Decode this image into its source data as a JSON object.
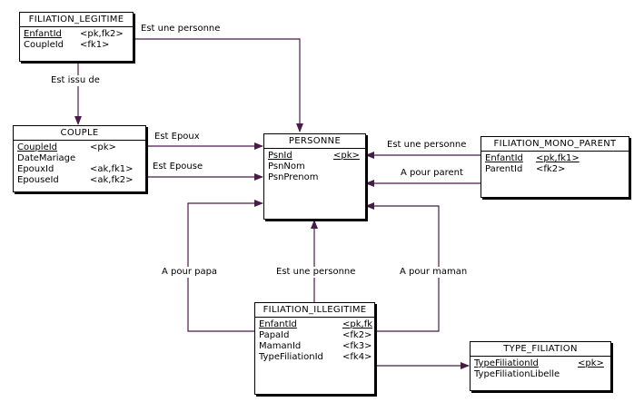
{
  "entities": {
    "filiation_legitime": {
      "title": "FILIATION_LEGITIME",
      "attrs": [
        {
          "name": "EnfantId",
          "key": "<pk,fk2>",
          "pk": true
        },
        {
          "name": "CoupleId",
          "key": "<fk1>",
          "pk": false
        }
      ]
    },
    "couple": {
      "title": "COUPLE",
      "attrs": [
        {
          "name": "CoupleId",
          "key": "<pk>",
          "pk": true
        },
        {
          "name": "DateMariage",
          "key": "",
          "pk": false
        },
        {
          "name": "EpouxId",
          "key": "<ak,fk1>",
          "pk": false
        },
        {
          "name": "EpouseId",
          "key": "<ak,fk2>",
          "pk": false
        }
      ]
    },
    "personne": {
      "title": "PERSONNE",
      "attrs": [
        {
          "name": "PsnId",
          "key": "<pk>",
          "pk": true
        },
        {
          "name": "PsnNom",
          "key": "",
          "pk": false
        },
        {
          "name": "PsnPrenom",
          "key": "",
          "pk": false
        }
      ]
    },
    "filiation_mono_parent": {
      "title": "FILIATION_MONO_PARENT",
      "attrs": [
        {
          "name": "EnfantId",
          "key": "<pk,fk1>",
          "pk": true
        },
        {
          "name": "ParentId",
          "key": "<fk2>",
          "pk": false
        }
      ]
    },
    "filiation_illegitime": {
      "title": "FILIATION_ILLEGITIME",
      "attrs": [
        {
          "name": "EnfantId",
          "key": "<pk,fk",
          "pk": true
        },
        {
          "name": "PapaId",
          "key": "<fk2>",
          "pk": false
        },
        {
          "name": "MamanId",
          "key": "<fk3>",
          "pk": false
        },
        {
          "name": "TypeFiliationId",
          "key": "<fk4>",
          "pk": false
        }
      ]
    },
    "type_filiation": {
      "title": "TYPE_FILIATION",
      "attrs": [
        {
          "name": "TypeFiliationId",
          "key": "<pk>",
          "pk": true
        },
        {
          "name": "TypeFiliationLibelle",
          "key": "",
          "pk": false
        }
      ]
    }
  },
  "relations": {
    "legitime_personne": "Est une personne",
    "legitime_couple": "Est issu de",
    "couple_epoux": "Est Epoux",
    "couple_epouse": "Est Epouse",
    "mono_personne": "Est une personne",
    "mono_parent": "A pour parent",
    "illeg_papa": "A pour papa",
    "illeg_personne": "Est une personne",
    "illeg_maman": "A pour maman"
  },
  "colors": {
    "line": "#4a1a4a",
    "border": "#000000",
    "background": "#ffffff"
  }
}
